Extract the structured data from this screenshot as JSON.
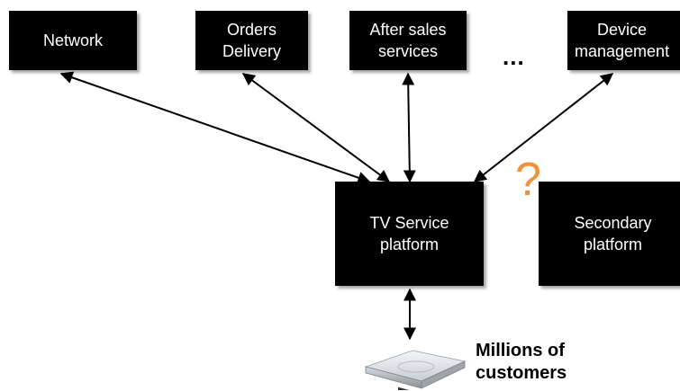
{
  "nodes": {
    "network": "Network",
    "orders_delivery": "Orders\nDelivery",
    "after_sales": "After sales\nservices",
    "device_management": "Device\nmanagement",
    "tv_service_platform": "TV Service\nplatform",
    "secondary_platform": "Secondary\nplatform"
  },
  "ellipsis": "...",
  "question_mark": "?",
  "customers_caption": "Millions of\ncustomers",
  "colors": {
    "box": "#000000",
    "box_text": "#ffffff",
    "question": "#f0923b",
    "line": "#000000"
  },
  "icons": {
    "set_top_box": "set-top-box-icon"
  }
}
